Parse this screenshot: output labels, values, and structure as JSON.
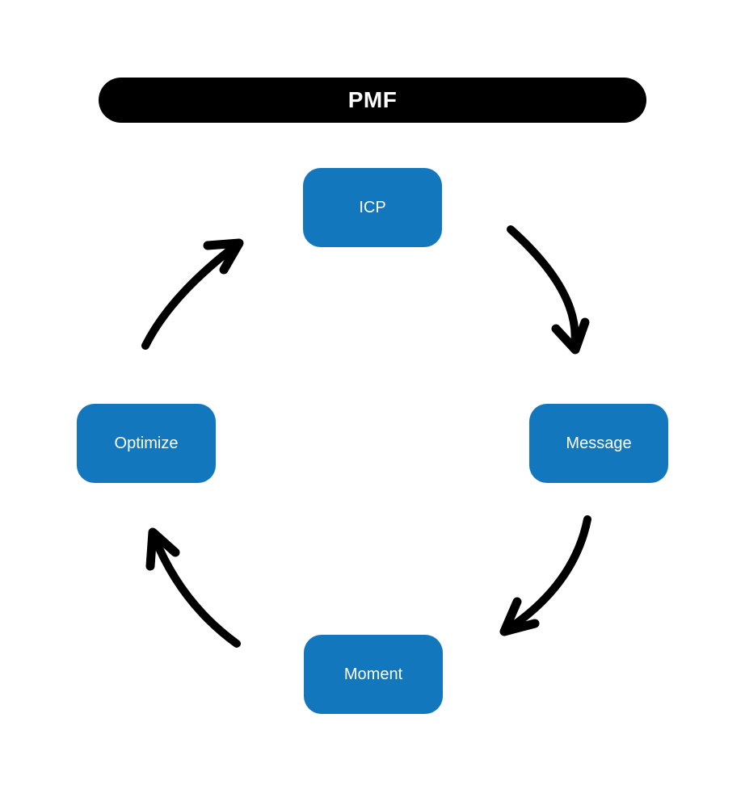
{
  "title": {
    "label": "PMF"
  },
  "colors": {
    "canvas_bg": "#FFFFFF",
    "title_bg": "#000000",
    "title_text": "#FFFFFF",
    "node_fill": "#1277BD",
    "node_text": "#FFFFFF",
    "arrow": "#000000"
  },
  "diagram": {
    "type": "cycle",
    "nodes": [
      {
        "id": "icp",
        "label": "ICP",
        "position": "top"
      },
      {
        "id": "message",
        "label": "Message",
        "position": "right"
      },
      {
        "id": "moment",
        "label": "Moment",
        "position": "bottom"
      },
      {
        "id": "optimize",
        "label": "Optimize",
        "position": "left"
      }
    ],
    "edges": [
      {
        "from": "ICP",
        "to": "Message"
      },
      {
        "from": "Message",
        "to": "Moment"
      },
      {
        "from": "Moment",
        "to": "Optimize"
      },
      {
        "from": "Optimize",
        "to": "ICP"
      }
    ]
  }
}
